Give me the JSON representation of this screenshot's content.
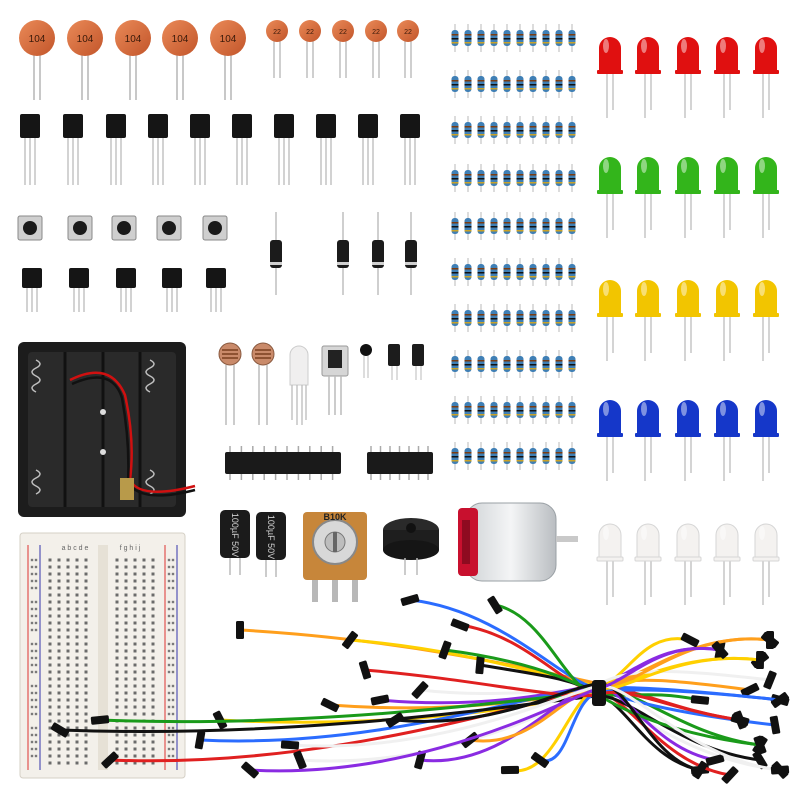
{
  "product": {
    "ceramic_cap_large_code": "104",
    "ceramic_cap_small_code": "22",
    "potentiometer_label": "B10K",
    "electrolytic_cap_label": "100µF 50V",
    "breadboard_columns_left": "a b c d e",
    "breadboard_columns_right": "f g h i j"
  },
  "colors": {
    "led_red": "#e01010",
    "led_green": "#33b51b",
    "led_yellow": "#f2c500",
    "led_blue": "#1537c9",
    "led_white": "#f4f2f0",
    "cap_orange": "#d86a3a",
    "resistor_body": "#3f7fb5",
    "potentiometer_body": "#c7863a",
    "motor_end": "#c8102e",
    "battery_holder": "#1a1a1a",
    "wire_colors": [
      "#ff9f1c",
      "#ffd000",
      "#2b6cff",
      "#e02020",
      "#1a9a1a",
      "#111111",
      "#f0f0f0",
      "#8a2be2"
    ]
  },
  "icons": {
    "battery_holder": "battery-holder-icon",
    "breadboard": "breadboard-icon",
    "dc_motor": "dc-motor-icon",
    "buzzer": "buzzer-icon",
    "potentiometer": "potentiometer-icon"
  }
}
